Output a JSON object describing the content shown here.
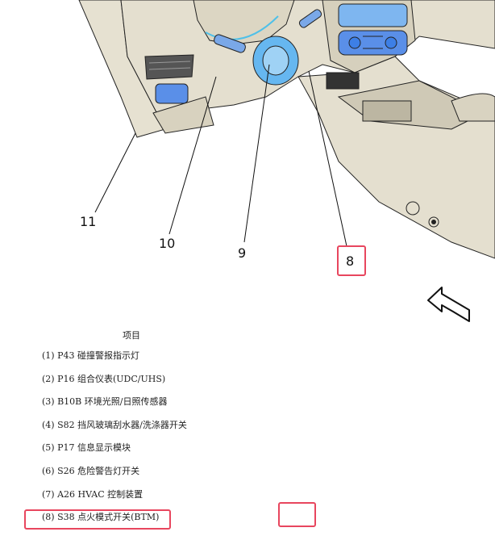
{
  "callouts": [
    "11",
    "10",
    "9",
    "8"
  ],
  "legend": {
    "heading": "项目",
    "items": [
      "(1) P43 碰撞警报指示灯",
      "(2) P16 组合仪表(UDC/UHS)",
      "(3) B10B 环境光照/日照传感器",
      "(4) S82 挡风玻璃刮水器/洗涤器开关",
      "(5) P17 信息显示模块",
      "(6) S26 危险警告灯开关",
      "(7) A26 HVAC 控制装置",
      "(8) S38 点火模式开关(BTM)"
    ]
  },
  "colors": {
    "highlight_red": "#e8465e",
    "component_blue": "#3d7fe6",
    "trim_beige": "#e4dfcf"
  }
}
